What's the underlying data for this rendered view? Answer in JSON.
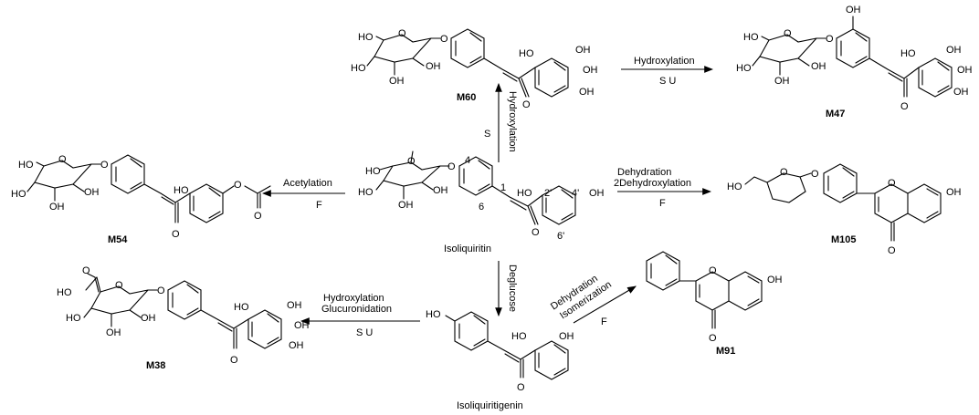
{
  "compounds": {
    "isoliquiritin": {
      "name": "Isoliquiritin",
      "positions": [
        "4",
        "1",
        "6",
        "2'",
        "4'",
        "6'"
      ]
    },
    "m60": {
      "code": "M60"
    },
    "m47": {
      "code": "M47"
    },
    "m54": {
      "code": "M54"
    },
    "m105": {
      "code": "M105"
    },
    "m38": {
      "code": "M38"
    },
    "m91": {
      "code": "M91"
    },
    "isoliquiritigenin": {
      "name": "Isoliquiritigenin"
    }
  },
  "reactions": {
    "to_m60": {
      "label": "Hydroxylation",
      "source": "S"
    },
    "to_m47": {
      "label": "Hydroxylation",
      "source": "S U"
    },
    "to_m54": {
      "label": "Acetylation",
      "source": "F"
    },
    "to_m105": {
      "label_1": "Dehydration",
      "label_2": "2Dehydroxylation",
      "source": "F"
    },
    "to_isoliquiritigenin": {
      "label": "Deglucose"
    },
    "to_m38": {
      "label_1": "Hydroxylation",
      "label_2": "Glucuronidation",
      "source": "S U"
    },
    "to_m91": {
      "label_1": "Dehydration",
      "label_2": "Isomerization",
      "source": "F"
    }
  },
  "atoms": {
    "oh": "OH",
    "ho": "HO",
    "o": "O"
  }
}
